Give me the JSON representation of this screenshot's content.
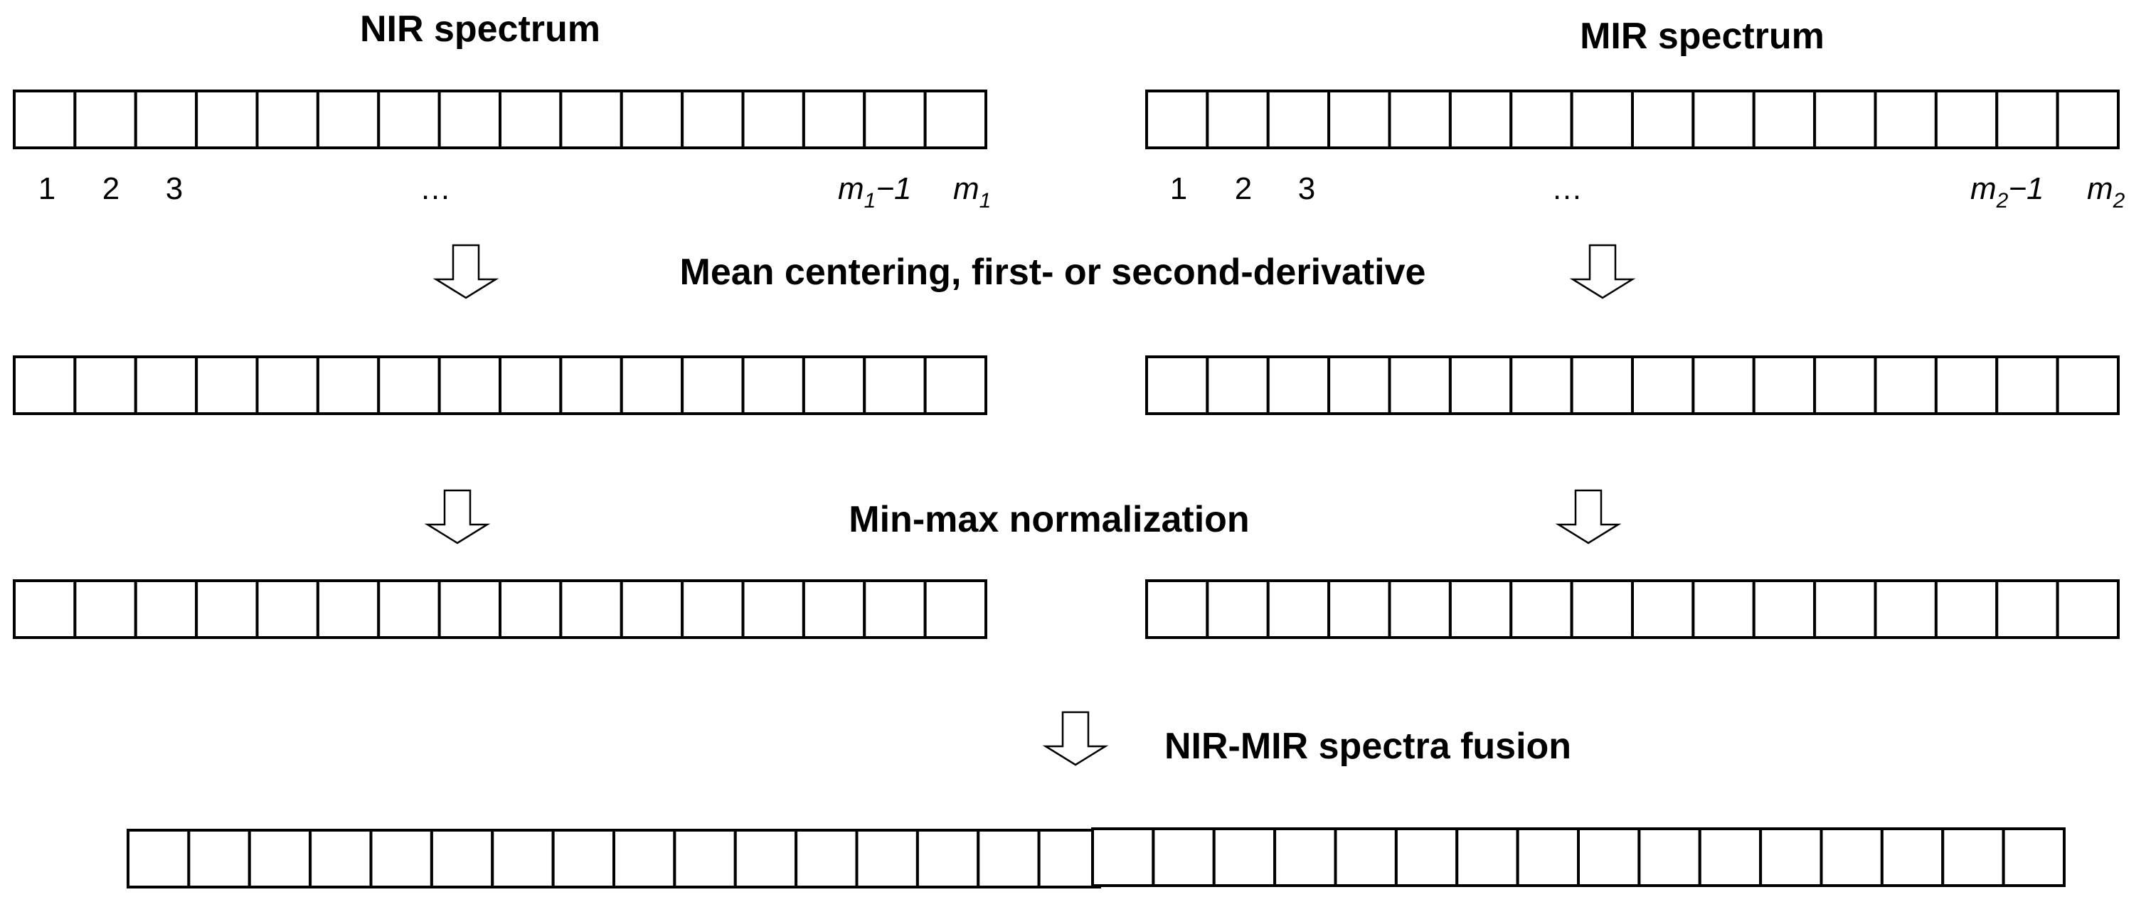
{
  "nir": {
    "title": "NIR spectrum",
    "index_labels": [
      "1",
      "2",
      "3",
      "…"
    ],
    "second_last": {
      "base": "m",
      "sub": "1",
      "suffix": "−1"
    },
    "last": {
      "base": "m",
      "sub": "1"
    }
  },
  "mir": {
    "title": "MIR spectrum",
    "index_labels": [
      "1",
      "2",
      "3",
      "…"
    ],
    "second_last": {
      "base": "m",
      "sub": "2",
      "suffix": "−1"
    },
    "last": {
      "base": "m",
      "sub": "2"
    }
  },
  "steps": {
    "step1": "Mean centering, first- or second-derivative",
    "step2": "Min-max normalization",
    "step3": "NIR-MIR spectra fusion"
  }
}
